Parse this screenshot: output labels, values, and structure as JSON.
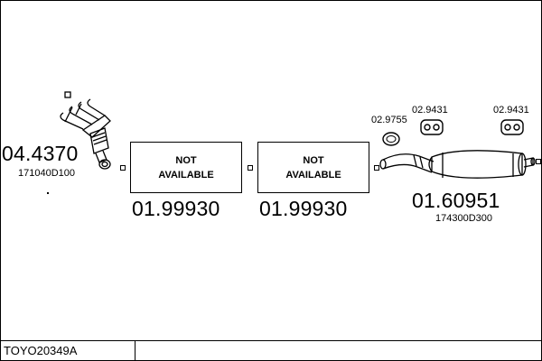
{
  "diagram": {
    "code": "TOYO20349A",
    "parts": [
      {
        "part_no": "04.4370",
        "oem_no": "171040D100"
      },
      {
        "part_no": "01.99930",
        "box_text_line1": "NOT",
        "box_text_line2": "AVAILABLE"
      },
      {
        "part_no": "01.99930",
        "box_text_line1": "NOT",
        "box_text_line2": "AVAILABLE"
      },
      {
        "part_no": "01.60951",
        "oem_no": "174300D300"
      }
    ],
    "accessories": [
      {
        "part_no": "02.9755",
        "icon": "gasket-ring-icon"
      },
      {
        "part_no": "02.9431",
        "icon": "rubber-hanger-icon"
      },
      {
        "part_no": "02.9431",
        "icon": "rubber-hanger-icon"
      }
    ]
  }
}
